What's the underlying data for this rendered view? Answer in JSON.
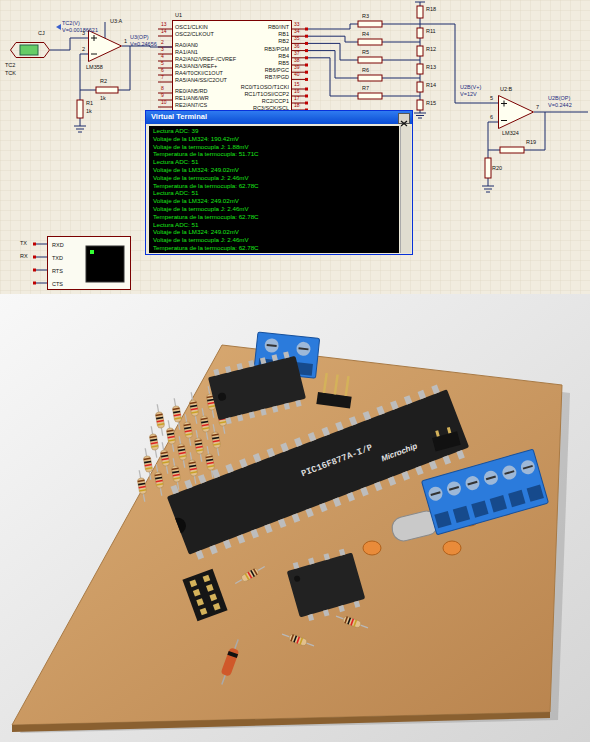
{
  "diagram": {
    "nodes": [
      {
        "text": [
          "TC2",
          "TCK"
        ]
      },
      {
        "text": [
          "U3:A",
          "LM358"
        ]
      },
      {
        "text": [
          "U1"
        ]
      },
      {
        "text": [
          "U2:B",
          "LM324"
        ]
      },
      {
        "text": [
          "Virtual Terminal",
          "Lectura ADC: 39",
          "Voltaje de la LM324: 190.42mV",
          "Voltaje de la termocupla J: 1.88mV",
          "Temperatura de la termocupla: 51.71C",
          "Lectura ADC: 51",
          "Voltaje de la LM324: 249.02mV",
          "Voltaje de la termocupla J: 2.46mV",
          "Temperatura de la termocupla: 62.78C",
          "Lectura ADC: 51",
          "Voltaje de la LM324: 249.02mV",
          "Voltaje de la termocupla J: 2.46mV",
          "Temperatura de la termocupla: 62.78C",
          "Lectura ADC: 51",
          "Voltaje de la LM324: 249.02mV",
          "Voltaje de la termocupla J: 2.46mV",
          "Temperatura de la termocupla: 62.78C"
        ]
      },
      {
        "text": [
          "RXD",
          "TXD",
          "RTS",
          "CTS"
        ]
      }
    ],
    "edges": [
      {
        "from": 0,
        "to": 1,
        "arrow": "none"
      },
      {
        "from": 1,
        "to": 2,
        "arrow": "none"
      }
    ],
    "labels": [
      "CJ",
      "TC2(V)",
      "V=0.00186621",
      "3",
      "2",
      "1",
      "U3(OP)",
      "V=0.24656",
      "R2",
      "1k",
      "R1",
      "1k",
      "13",
      "OSC1/CLKIN",
      "14",
      "OSC2/CLKOUT",
      "2",
      "RA0/AN0",
      "3",
      "RA1/AN1",
      "4",
      "RA2/AN2/VREF-/CVREF",
      "5",
      "RA3/AN3/VREF+",
      "6",
      "RA4/T0CKI/C1OUT",
      "7",
      "RA5/AN4/SS/C2OUT",
      "8",
      "RE0/AN5/RD",
      "9",
      "RE1/AN6/WR",
      "10",
      "RE2/AN7/CS",
      "RB0/INT",
      "33",
      "RB1",
      "34",
      "RB2",
      "35",
      "RB3/PGM",
      "36",
      "RB4",
      "37",
      "RB5",
      "38",
      "RB6/PGC",
      "39",
      "RB7/PGD",
      "40",
      "RC0/T1OSO/T1CKI",
      "15",
      "RC1/T1OSI/CCP2",
      "16",
      "RC2/CCP1",
      "17",
      "RC3/SCK/SCL",
      "18",
      "R18",
      "R3",
      "R11",
      "R4",
      "R12",
      "R5",
      "R13",
      "R6",
      "R14",
      "R7",
      "R15",
      "U2B(V+)",
      "V=12V",
      "5",
      "6",
      "7",
      "U2B(OP)",
      "V=0.2442",
      "R19",
      "R20",
      "TX",
      "RX",
      "PIC16F877A-I/P",
      "Microchip"
    ]
  }
}
